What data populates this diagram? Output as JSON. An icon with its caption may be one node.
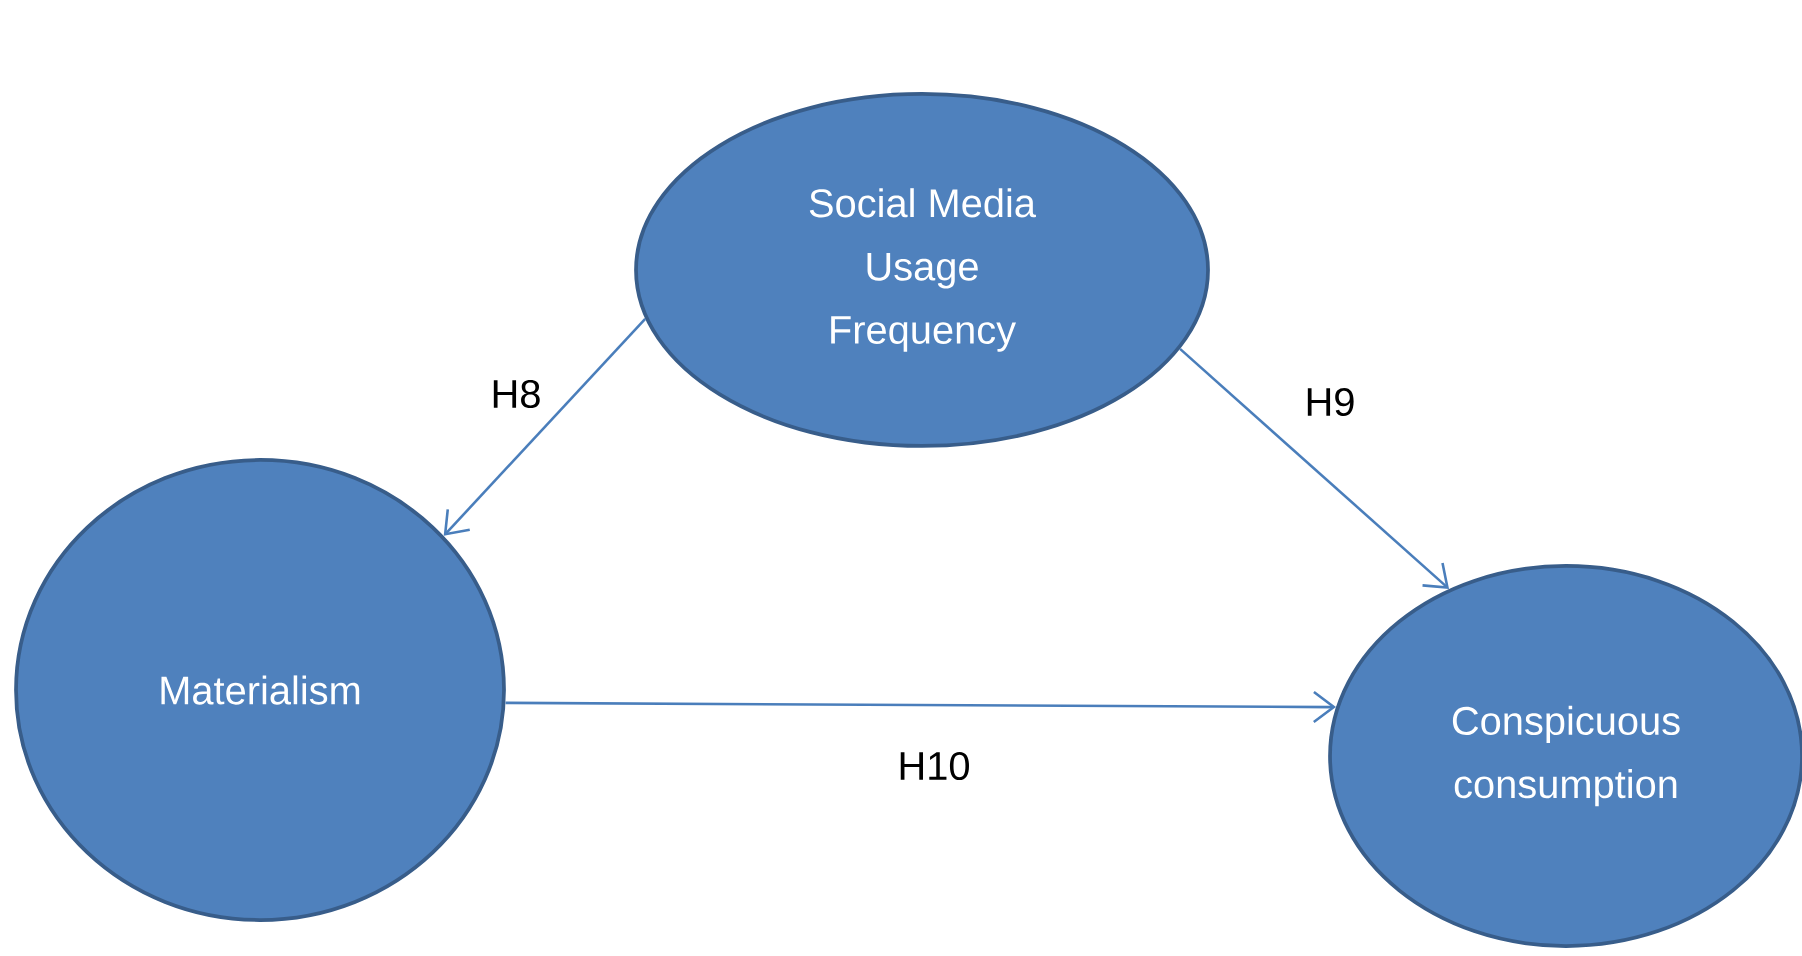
{
  "diagram": {
    "nodes": [
      {
        "text": [
          "Social Media Usage Frequency"
        ]
      },
      {
        "text": [
          "Materialism"
        ]
      },
      {
        "text": [
          "Conspicuous consumption"
        ]
      }
    ],
    "edges": [
      {
        "from": 0,
        "to": 1,
        "arrow": "to",
        "label": "H8"
      },
      {
        "from": 0,
        "to": 2,
        "arrow": "to",
        "label": "H9"
      },
      {
        "from": 1,
        "to": 2,
        "arrow": "to",
        "label": "H10"
      }
    ]
  }
}
